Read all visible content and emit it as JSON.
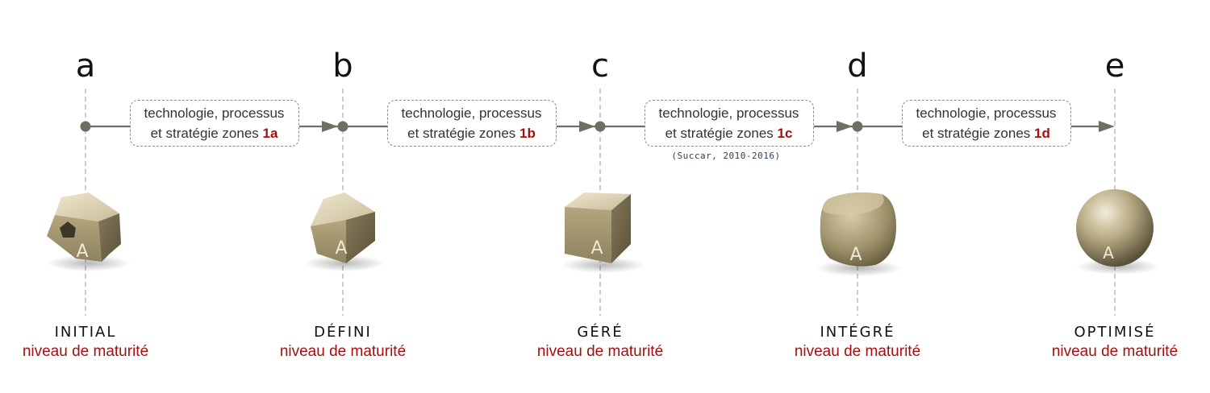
{
  "stages": [
    {
      "letter": "a",
      "level": "INITIAL",
      "sub": "niveau de maturité",
      "shape": "broken-polyhedron-icon"
    },
    {
      "letter": "b",
      "level": "DÉFINI",
      "sub": "niveau de maturité",
      "shape": "polyhedron-icon"
    },
    {
      "letter": "c",
      "level": "GÉRÉ",
      "sub": "niveau de maturité",
      "shape": "cube-icon"
    },
    {
      "letter": "d",
      "level": "INTÉGRÉ",
      "sub": "niveau de maturité",
      "shape": "rounded-cube-icon"
    },
    {
      "letter": "e",
      "level": "OPTIMISÉ",
      "sub": "niveau de maturité",
      "shape": "sphere-icon"
    }
  ],
  "zones": [
    {
      "line1": "technologie, processus",
      "line2": "et stratégie zones ",
      "id": "1a"
    },
    {
      "line1": "technologie, processus",
      "line2": "et stratégie zones ",
      "id": "1b"
    },
    {
      "line1": "technologie, processus",
      "line2": "et stratégie zones ",
      "id": "1c"
    },
    {
      "line1": "technologie, processus",
      "line2": "et stratégie zones ",
      "id": "1d"
    }
  ],
  "citation": "(Succar, 2010-2016)",
  "shape_letter": "A",
  "colors": {
    "accent_red": "#a50f0f",
    "timeline_gray": "#6e6e63",
    "stone_light": "#d8ccab",
    "stone_mid": "#a39670",
    "stone_dark": "#6f6446"
  }
}
